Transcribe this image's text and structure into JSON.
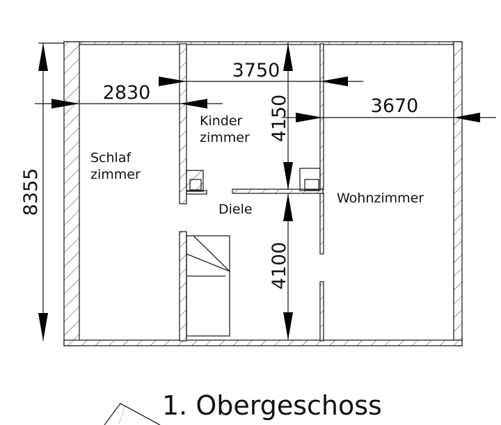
{
  "title": "1. Obergeschoss",
  "rooms": {
    "schlaf_line1": "Schlaf",
    "schlaf_line2": "zimmer",
    "kinder_line1": "Kinder",
    "kinder_line2": "zimmer",
    "diele": "Diele",
    "wohn": "Wohnzimmer"
  },
  "dimensions": {
    "total_depth": "8355",
    "schlaf_width": "2830",
    "kinder_width": "3750",
    "wohn_width": "3670",
    "kinder_depth": "4150",
    "diele_depth": "4100"
  }
}
